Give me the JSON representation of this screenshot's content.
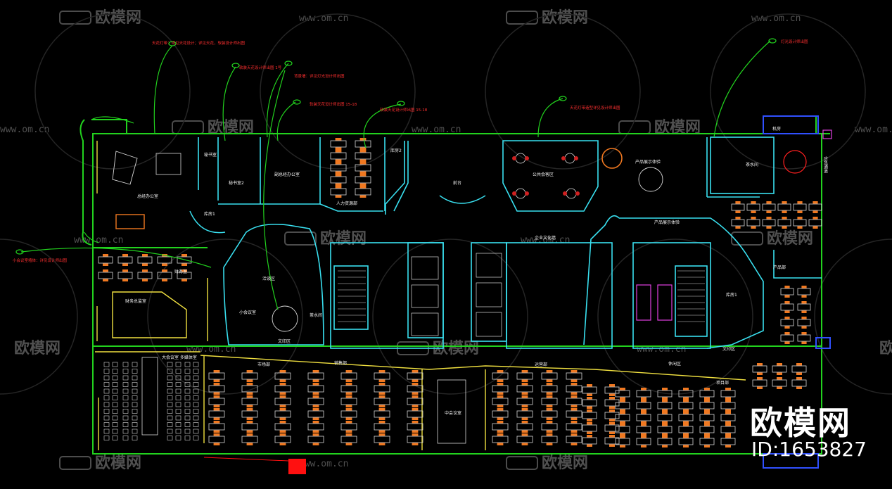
{
  "watermark": {
    "logo_text": "欧模网",
    "url": "www.om.cn"
  },
  "brand": {
    "name": "欧模网",
    "id_text": "ID:1653827"
  },
  "rooms": {
    "general_manager": "总经办公室",
    "secretary": "秘书室",
    "secretary_2": "秘书室2",
    "deputy_gm": "副总经办公室",
    "storage": "库房1",
    "storage_2": "库房2",
    "hr": "人力资源部",
    "reception": "前台",
    "vip_meeting": "公共会客区",
    "product_display": "产品展示体验",
    "tea_room": "茶水间",
    "machine_room": "机房",
    "finance": "财务室",
    "finance_director": "财务总监室",
    "discussion": "洽谈区",
    "small_meeting": "小会议室",
    "tea_room_2": "茶水间",
    "print_room": "文印区",
    "print_room_2": "文印区",
    "culture_wall": "企业文化墙",
    "large_meeting": "大会议室 多媒体室",
    "market_dept": "市场部",
    "sales_dept": "销售部",
    "middle_meeting": "中会议室",
    "operation_dept": "运营部",
    "rest_area": "休闲区",
    "product_dept": "产品部",
    "product_exp_2": "产品展示体验",
    "project_dept": "项目部",
    "storage_3": "库房1",
    "emergency": "应急通道"
  },
  "notes": {
    "n1": "天花灯带：详见天花设计；详见天花，软装设计师出图",
    "n2": "软装天花设计师出图 1号",
    "n3": "背景墙：详见灯光设计师出图",
    "n4": "软装天花设计师出图 15-18",
    "n5": "软装天花设计师出图 15-18",
    "n6": "天花灯带造型详见设计师出图",
    "n7": "灯光设计师出图",
    "n8": "小会议室墙体：详见设计师出图"
  },
  "colors": {
    "wall": "#22d21e",
    "partition": "#39e0f0",
    "furniture": "#f07820",
    "yellow_line": "#f0e040",
    "magenta": "#e040e0",
    "note_red": "#ff3030",
    "background": "#000000",
    "watermark": "#5a5a5a"
  }
}
